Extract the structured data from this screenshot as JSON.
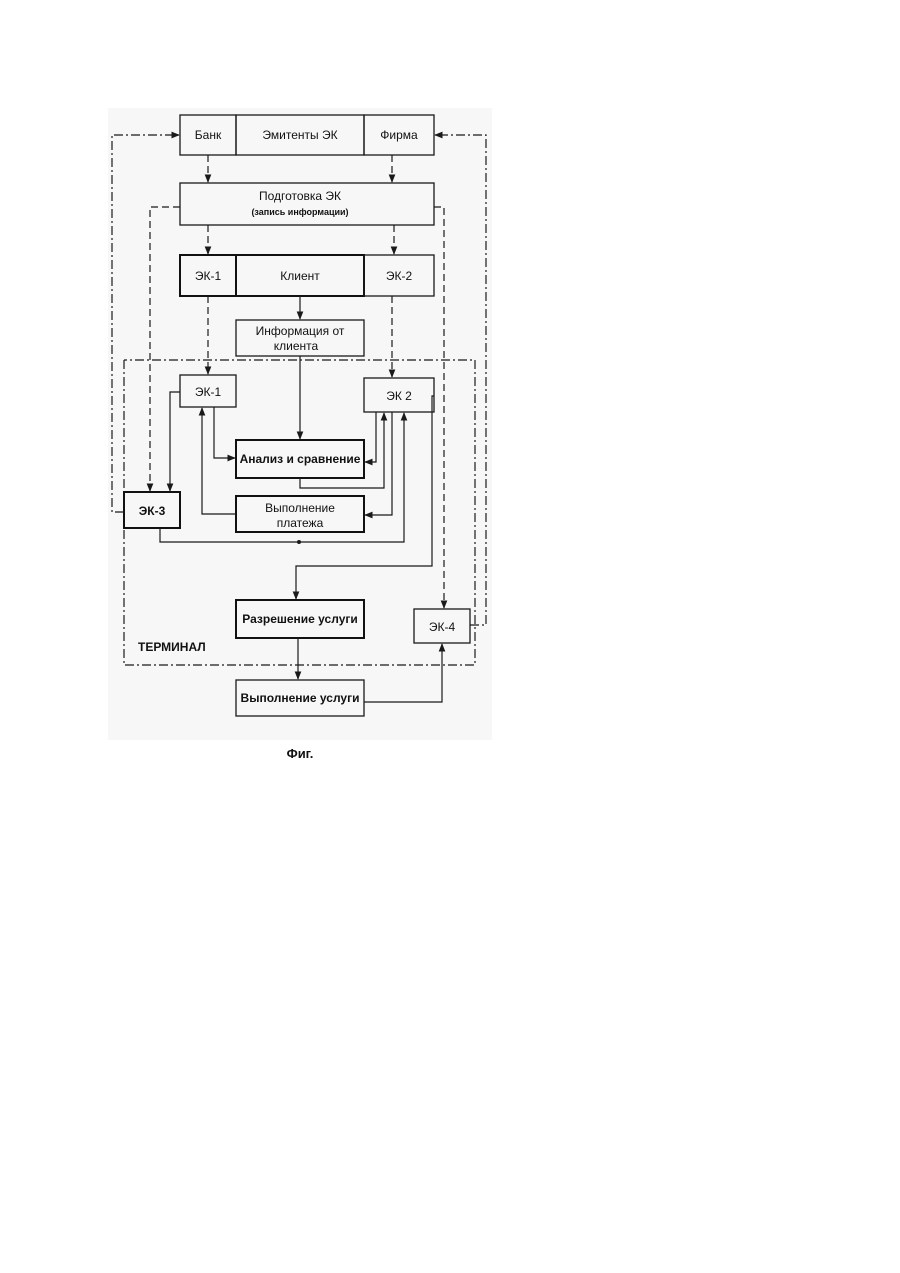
{
  "labels": {
    "bank": "Банк",
    "issuers": "Эмитенты ЭК",
    "firm": "Фирма",
    "prep_title": "Подготовка ЭК",
    "prep_sub": "(запись информации)",
    "ek1_top": "ЭК-1",
    "client": "Клиент",
    "ek2_top": "ЭК-2",
    "client_info_1": "Информация от",
    "client_info_2": "клиента",
    "ek1": "ЭК-1",
    "ek2": "ЭК 2",
    "analysis": "Анализ и сравнение",
    "payment_1": "Выполнение",
    "payment_2": "платежа",
    "ek3": "ЭК-3",
    "permit": "Разрешение услуги",
    "ek4": "ЭК-4",
    "terminal": "ТЕРМИНАЛ",
    "service": "Выполнение услуги"
  },
  "caption": "Фиг."
}
